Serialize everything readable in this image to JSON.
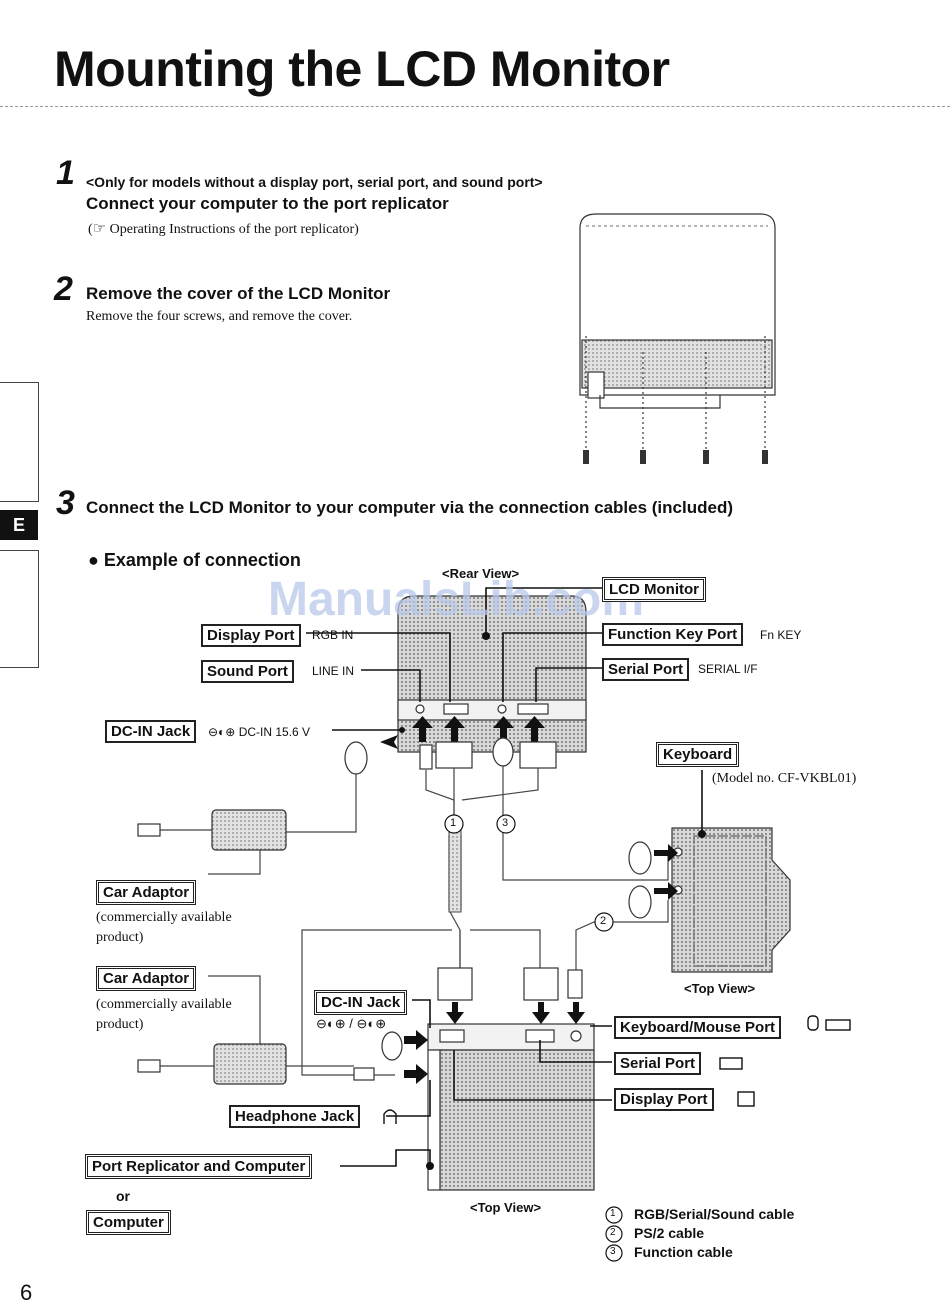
{
  "page_title": "Mounting the LCD Monitor",
  "step1": {
    "number": "1",
    "note": "<Only for models without a display port, serial port, and sound port>",
    "heading": "Connect your computer to the port replicator",
    "ref": "Operating Instructions of the port replicator)",
    "ref_open": "("
  },
  "step2": {
    "number": "2",
    "heading": "Remove the cover of the LCD Monitor",
    "text": "Remove the four screws, and remove the cover."
  },
  "step3": {
    "number": "3",
    "heading": "Connect the LCD Monitor to your computer via the connection cables (included)"
  },
  "side_tab": "E",
  "example_heading": "Example of connection",
  "watermark": "ManualsLib.com",
  "diagram": {
    "rear_view": "<Rear View>",
    "lcd_monitor": "LCD Monitor",
    "display_port": "Display Port",
    "rgb_in": "RGB IN",
    "sound_port": "Sound Port",
    "line_in": "LINE IN",
    "dc_in_jack": "DC-IN Jack",
    "dc_in_value": "⊖◐⊕ DC-IN 15.6 V",
    "function_key_port": "Function Key Port",
    "fn_key": "Fn KEY",
    "serial_port": "Serial Port",
    "serial_if": "SERIAL I/F",
    "keyboard": "Keyboard",
    "keyboard_model": "(Model no. CF-VKBL01)",
    "car_adaptor_1": "Car Adaptor",
    "car_adaptor_1_note": "(commercially available product)",
    "car_adaptor_2": "Car Adaptor",
    "car_adaptor_2_note": "(commercially available product)",
    "dc_in_jack_2": "DC-IN Jack",
    "dc_in_symbols": "⊖◐⊕ / ⊖◐⊕",
    "top_view_keyboard": "<Top View>",
    "keyboard_mouse_port": "Keyboard/Mouse Port",
    "serial_port_2": "Serial Port",
    "display_port_2": "Display Port",
    "headphone_jack": "Headphone Jack",
    "port_replicator_and_computer": "Port Replicator and Computer",
    "or": "or",
    "computer": "Computer",
    "top_view_bottom": "<Top View>",
    "cable1_num": "1",
    "cable2_num": "2",
    "cable3_num": "3",
    "cable1_legend": "RGB/Serial/Sound cable",
    "cable2_legend": "PS/2 cable",
    "cable3_legend": "Function cable"
  },
  "page_number": "6"
}
